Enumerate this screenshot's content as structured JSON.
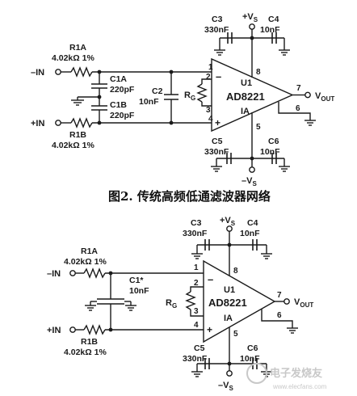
{
  "figure1": {
    "caption": "图2. 传统高频低通滤波器网络",
    "labels": {
      "r1a_name": "R1A",
      "r1a_value": "4.02kΩ 1%",
      "r1b_name": "R1B",
      "r1b_value": "4.02kΩ 1%",
      "in_minus": "–IN",
      "in_plus": "+IN",
      "c1a_name": "C1A",
      "c1a_value": "220pF",
      "c1b_name": "C1B",
      "c1b_value": "220pF",
      "c2_name": "C2",
      "c2_value": "10nF",
      "rg": "R",
      "rg_sub": "G",
      "c3_name": "C3",
      "c3_value": "330nF",
      "c4_name": "C4",
      "c4_value": "10nF",
      "c5_name": "C5",
      "c5_value": "330nF",
      "c6_name": "C6",
      "c6_value": "10nF",
      "vs_plus": "+V",
      "vs_plus_sub": "S",
      "vs_minus": "–V",
      "vs_minus_sub": "S",
      "u1": "U1",
      "part": "AD8221",
      "ia": "IA",
      "vout": "V",
      "vout_sub": "OUT",
      "pin1": "1",
      "pin2": "2",
      "pin3": "3",
      "pin4": "4",
      "pin5": "5",
      "pin6": "6",
      "pin7": "7",
      "pin8": "8",
      "minus_sign": "–",
      "plus_sign": "+"
    }
  },
  "figure2": {
    "labels": {
      "r1a_name": "R1A",
      "r1a_value": "4.02kΩ 1%",
      "r1b_name": "R1B",
      "r1b_value": "4.02kΩ 1%",
      "in_minus": "–IN",
      "in_plus": "+IN",
      "c1_name": "C1*",
      "c1_value": "10nF",
      "rg": "R",
      "rg_sub": "G",
      "c3_name": "C3",
      "c3_value": "330nF",
      "c4_name": "C4",
      "c4_value": "10nF",
      "c5_name": "C5",
      "c5_value": "330nF",
      "c6_name": "C6",
      "c6_value": "10nF",
      "vs_plus": "+V",
      "vs_plus_sub": "S",
      "vs_minus": "–V",
      "vs_minus_sub": "S",
      "u1": "U1",
      "part": "AD8221",
      "ia": "IA",
      "vout": "V",
      "vout_sub": "OUT",
      "pin1": "1",
      "pin2": "2",
      "pin3": "3",
      "pin4": "4",
      "pin5": "5",
      "pin6": "6",
      "pin7": "7",
      "pin8": "8",
      "minus_sign": "–",
      "plus_sign": "+"
    }
  },
  "watermark": {
    "text": "电子发烧友",
    "url": "www.elecfans.com"
  }
}
